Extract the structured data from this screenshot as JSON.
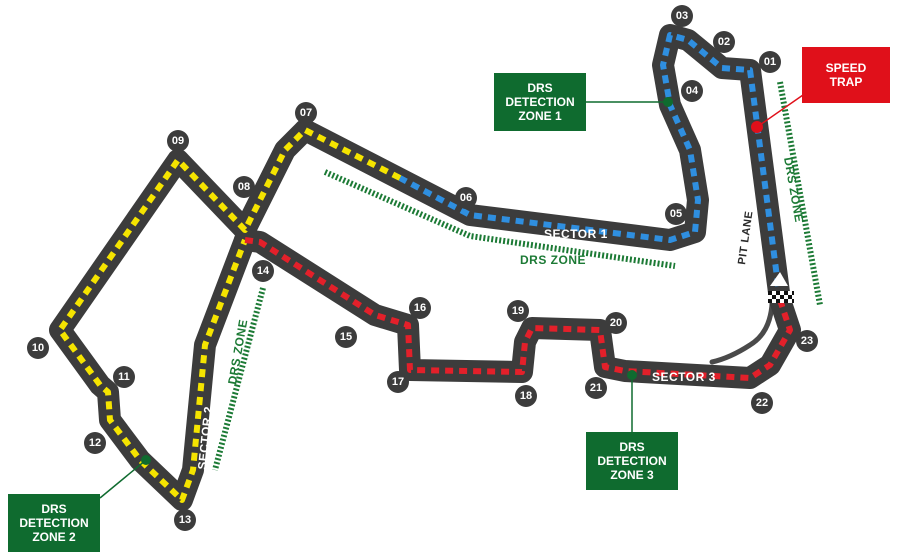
{
  "corners": [
    "01",
    "02",
    "03",
    "04",
    "05",
    "06",
    "07",
    "08",
    "09",
    "10",
    "11",
    "12",
    "13",
    "14",
    "15",
    "16",
    "17",
    "18",
    "19",
    "20",
    "21",
    "22",
    "23"
  ],
  "labels": {
    "sector1": "SECTOR 1",
    "sector2": "SECTOR 2",
    "sector3": "SECTOR 3",
    "pit_lane": "PIT LANE",
    "drs_zone": "DRS ZONE"
  },
  "drs_detection_zones": [
    {
      "lines": [
        "DRS",
        "DETECTION",
        "ZONE 1"
      ]
    },
    {
      "lines": [
        "DRS",
        "DETECTION",
        "ZONE 2"
      ]
    },
    {
      "lines": [
        "DRS",
        "DETECTION",
        "ZONE 3"
      ]
    }
  ],
  "speed_trap": {
    "lines": [
      "SPEED",
      "TRAP"
    ]
  },
  "colors": {
    "track": "#3c3c3c",
    "sector1": "#2f8fe0",
    "sector2": "#f5e400",
    "sector3": "#e3202a",
    "drs": "#1c7a35",
    "speed_trap": "#e0101a",
    "corner_badge": "#3c3c3c"
  }
}
